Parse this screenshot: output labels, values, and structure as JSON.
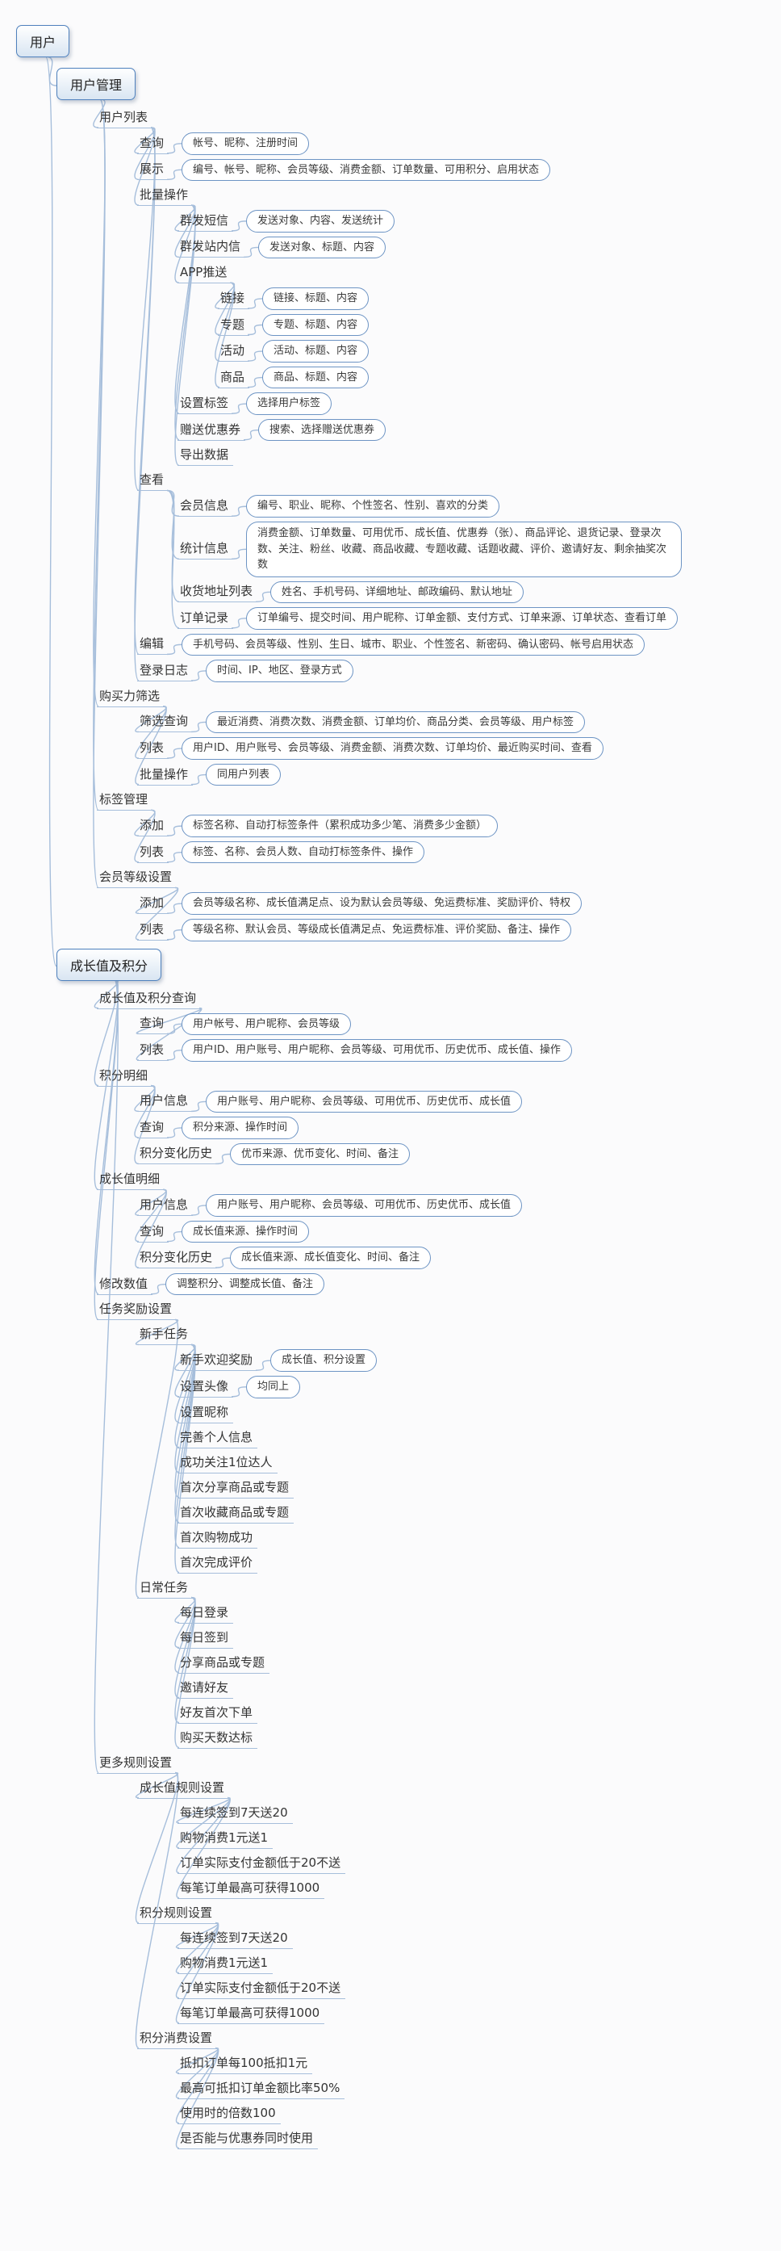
{
  "colors": {
    "accent": "#4f81bd",
    "connector": "#a6bedb",
    "pill_border": "#6d94c4",
    "text": "#333333",
    "background": "#fbfbfc"
  },
  "tree": {
    "label": "用户",
    "style": "box",
    "children": [
      {
        "label": "用户管理",
        "style": "box",
        "children": [
          {
            "label": "用户列表",
            "style": "line",
            "children": [
              {
                "label": "查询",
                "style": "line",
                "children": [
                  {
                    "label": "帐号、昵称、注册时间",
                    "style": "pill"
                  }
                ]
              },
              {
                "label": "展示",
                "style": "line",
                "children": [
                  {
                    "label": "编号、帐号、昵称、会员等级、消费金额、订单数量、可用积分、启用状态",
                    "style": "pill"
                  }
                ]
              },
              {
                "label": "批量操作",
                "style": "line",
                "children": [
                  {
                    "label": "群发短信",
                    "style": "line",
                    "children": [
                      {
                        "label": "发送对象、内容、发送统计",
                        "style": "pill"
                      }
                    ]
                  },
                  {
                    "label": "群发站内信",
                    "style": "line",
                    "children": [
                      {
                        "label": "发送对象、标题、内容",
                        "style": "pill"
                      }
                    ]
                  },
                  {
                    "label": "APP推送",
                    "style": "line",
                    "children": [
                      {
                        "label": "链接",
                        "style": "line",
                        "children": [
                          {
                            "label": "链接、标题、内容",
                            "style": "pill"
                          }
                        ]
                      },
                      {
                        "label": "专题",
                        "style": "line",
                        "children": [
                          {
                            "label": "专题、标题、内容",
                            "style": "pill"
                          }
                        ]
                      },
                      {
                        "label": "活动",
                        "style": "line",
                        "children": [
                          {
                            "label": "活动、标题、内容",
                            "style": "pill"
                          }
                        ]
                      },
                      {
                        "label": "商品",
                        "style": "line",
                        "children": [
                          {
                            "label": "商品、标题、内容",
                            "style": "pill"
                          }
                        ]
                      }
                    ]
                  },
                  {
                    "label": "设置标签",
                    "style": "line",
                    "children": [
                      {
                        "label": "选择用户标签",
                        "style": "pill"
                      }
                    ]
                  },
                  {
                    "label": "赠送优惠券",
                    "style": "line",
                    "children": [
                      {
                        "label": "搜索、选择赠送优惠券",
                        "style": "pill"
                      }
                    ]
                  },
                  {
                    "label": "导出数据",
                    "style": "line"
                  }
                ]
              },
              {
                "label": "查看",
                "style": "line",
                "children": [
                  {
                    "label": "会员信息",
                    "style": "line",
                    "children": [
                      {
                        "label": "编号、职业、昵称、个性签名、性别、喜欢的分类",
                        "style": "pill"
                      }
                    ]
                  },
                  {
                    "label": "统计信息",
                    "style": "line",
                    "children": [
                      {
                        "label": "消费金额、订单数量、可用优币、成长值、优惠券（张）、商品评论、退货记录、登录次数、关注、粉丝、收藏、商品收藏、专题收藏、话题收藏、评价、邀请好友、剩余抽奖次数",
                        "style": "pill"
                      }
                    ]
                  },
                  {
                    "label": "收货地址列表",
                    "style": "line",
                    "children": [
                      {
                        "label": "姓名、手机号码、详细地址、邮政编码、默认地址",
                        "style": "pill"
                      }
                    ]
                  },
                  {
                    "label": "订单记录",
                    "style": "line",
                    "children": [
                      {
                        "label": "订单编号、提交时间、用户昵称、订单金额、支付方式、订单来源、订单状态、查看订单",
                        "style": "pill"
                      }
                    ]
                  }
                ]
              },
              {
                "label": "编辑",
                "style": "line",
                "children": [
                  {
                    "label": "手机号码、会员等级、性别、生日、城市、职业、个性签名、新密码、确认密码、帐号启用状态",
                    "style": "pill"
                  }
                ]
              },
              {
                "label": "登录日志",
                "style": "line",
                "children": [
                  {
                    "label": "时间、IP、地区、登录方式",
                    "style": "pill"
                  }
                ]
              }
            ]
          },
          {
            "label": "购买力筛选",
            "style": "line",
            "children": [
              {
                "label": "筛选查询",
                "style": "line",
                "children": [
                  {
                    "label": "最近消费、消费次数、消费金额、订单均价、商品分类、会员等级、用户标签",
                    "style": "pill"
                  }
                ]
              },
              {
                "label": "列表",
                "style": "line",
                "children": [
                  {
                    "label": "用户ID、用户账号、会员等级、消费金额、消费次数、订单均价、最近购买时间、查看",
                    "style": "pill"
                  }
                ]
              },
              {
                "label": "批量操作",
                "style": "line",
                "children": [
                  {
                    "label": "同用户列表",
                    "style": "pill"
                  }
                ]
              }
            ]
          },
          {
            "label": "标签管理",
            "style": "line",
            "children": [
              {
                "label": "添加",
                "style": "line",
                "children": [
                  {
                    "label": "标签名称、自动打标签条件（累积成功多少笔、消费多少金额）",
                    "style": "pill"
                  }
                ]
              },
              {
                "label": "列表",
                "style": "line",
                "children": [
                  {
                    "label": "标签、名称、会员人数、自动打标签条件、操作",
                    "style": "pill"
                  }
                ]
              }
            ]
          },
          {
            "label": "会员等级设置",
            "style": "line",
            "children": [
              {
                "label": "添加",
                "style": "line",
                "children": [
                  {
                    "label": "会员等级名称、成长值满足点、设为默认会员等级、免运费标准、奖励评价、特权",
                    "style": "pill"
                  }
                ]
              },
              {
                "label": "列表",
                "style": "line",
                "children": [
                  {
                    "label": "等级名称、默认会员、等级成长值满足点、免运费标准、评价奖励、备注、操作",
                    "style": "pill"
                  }
                ]
              }
            ]
          }
        ]
      },
      {
        "label": "成长值及积分",
        "style": "box",
        "children": [
          {
            "label": "成长值及积分查询",
            "style": "line",
            "children": [
              {
                "label": "查询",
                "style": "line",
                "children": [
                  {
                    "label": "用户帐号、用户昵称、会员等级",
                    "style": "pill"
                  }
                ]
              },
              {
                "label": "列表",
                "style": "line",
                "children": [
                  {
                    "label": "用户ID、用户账号、用户昵称、会员等级、可用优币、历史优币、成长值、操作",
                    "style": "pill"
                  }
                ]
              }
            ]
          },
          {
            "label": "积分明细",
            "style": "line",
            "children": [
              {
                "label": "用户信息",
                "style": "line",
                "children": [
                  {
                    "label": "用户账号、用户昵称、会员等级、可用优币、历史优币、成长值",
                    "style": "pill"
                  }
                ]
              },
              {
                "label": "查询",
                "style": "line",
                "children": [
                  {
                    "label": "积分来源、操作时间",
                    "style": "pill"
                  }
                ]
              },
              {
                "label": "积分变化历史",
                "style": "line",
                "children": [
                  {
                    "label": "优币来源、优币变化、时间、备注",
                    "style": "pill"
                  }
                ]
              }
            ]
          },
          {
            "label": "成长值明细",
            "style": "line",
            "children": [
              {
                "label": "用户信息",
                "style": "line",
                "children": [
                  {
                    "label": "用户账号、用户昵称、会员等级、可用优币、历史优币、成长值",
                    "style": "pill"
                  }
                ]
              },
              {
                "label": "查询",
                "style": "line",
                "children": [
                  {
                    "label": "成长值来源、操作时间",
                    "style": "pill"
                  }
                ]
              },
              {
                "label": "积分变化历史",
                "style": "line",
                "children": [
                  {
                    "label": "成长值来源、成长值变化、时间、备注",
                    "style": "pill"
                  }
                ]
              }
            ]
          },
          {
            "label": "修改数值",
            "style": "line",
            "children": [
              {
                "label": "调整积分、调整成长值、备注",
                "style": "pill"
              }
            ]
          },
          {
            "label": "任务奖励设置",
            "style": "line",
            "children": [
              {
                "label": "新手任务",
                "style": "line",
                "children": [
                  {
                    "label": "新手欢迎奖励",
                    "style": "line",
                    "children": [
                      {
                        "label": "成长值、积分设置",
                        "style": "pill"
                      }
                    ]
                  },
                  {
                    "label": "设置头像",
                    "style": "line",
                    "children": [
                      {
                        "label": "均同上",
                        "style": "pill"
                      }
                    ]
                  },
                  {
                    "label": "设置昵称",
                    "style": "line"
                  },
                  {
                    "label": "完善个人信息",
                    "style": "line"
                  },
                  {
                    "label": "成功关注1位达人",
                    "style": "line"
                  },
                  {
                    "label": "首次分享商品或专题",
                    "style": "line"
                  },
                  {
                    "label": "首次收藏商品或专题",
                    "style": "line"
                  },
                  {
                    "label": "首次购物成功",
                    "style": "line"
                  },
                  {
                    "label": "首次完成评价",
                    "style": "line"
                  }
                ]
              },
              {
                "label": "日常任务",
                "style": "line",
                "children": [
                  {
                    "label": "每日登录",
                    "style": "line"
                  },
                  {
                    "label": "每日签到",
                    "style": "line"
                  },
                  {
                    "label": "分享商品或专题",
                    "style": "line"
                  },
                  {
                    "label": "邀请好友",
                    "style": "line"
                  },
                  {
                    "label": "好友首次下单",
                    "style": "line"
                  },
                  {
                    "label": "购买天数达标",
                    "style": "line"
                  }
                ]
              }
            ]
          },
          {
            "label": "更多规则设置",
            "style": "line",
            "children": [
              {
                "label": "成长值规则设置",
                "style": "line",
                "children": [
                  {
                    "label": "每连续签到7天送20",
                    "style": "line"
                  },
                  {
                    "label": "购物消费1元送1",
                    "style": "line"
                  },
                  {
                    "label": "订单实际支付金额低于20不送",
                    "style": "line"
                  },
                  {
                    "label": "每笔订单最高可获得1000",
                    "style": "line"
                  }
                ]
              },
              {
                "label": "积分规则设置",
                "style": "line",
                "children": [
                  {
                    "label": "每连续签到7天送20",
                    "style": "line"
                  },
                  {
                    "label": "购物消费1元送1",
                    "style": "line"
                  },
                  {
                    "label": "订单实际支付金额低于20不送",
                    "style": "line"
                  },
                  {
                    "label": "每笔订单最高可获得1000",
                    "style": "line"
                  }
                ]
              },
              {
                "label": "积分消费设置",
                "style": "line",
                "children": [
                  {
                    "label": "抵扣订单每100抵扣1元",
                    "style": "line"
                  },
                  {
                    "label": "最高可抵扣订单金额比率50%",
                    "style": "line"
                  },
                  {
                    "label": "使用时的倍数100",
                    "style": "line"
                  },
                  {
                    "label": "是否能与优惠券同时使用",
                    "style": "line"
                  }
                ]
              }
            ]
          }
        ]
      }
    ]
  }
}
